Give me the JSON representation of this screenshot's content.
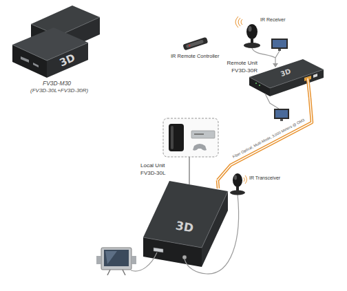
{
  "diagram": {
    "nodes": [
      {
        "text": [
          "Remote Unit",
          "FV3D-30R"
        ]
      },
      {
        "text": [
          "Local Unit",
          "FV3D-30L"
        ]
      }
    ],
    "edges": [
      {
        "from": 0,
        "to": 1,
        "arrow": "none",
        "label": "Fiber Optical, Multi-Mode, 3,000 Meters @ OM3"
      }
    ],
    "labels": [
      "FV3D-M30",
      "(FV3D-30L+FV3D-30R)",
      "IR Receiver",
      "IR Remote Controller",
      "IR Transceiver",
      "3D",
      "3D",
      "3D"
    ]
  }
}
